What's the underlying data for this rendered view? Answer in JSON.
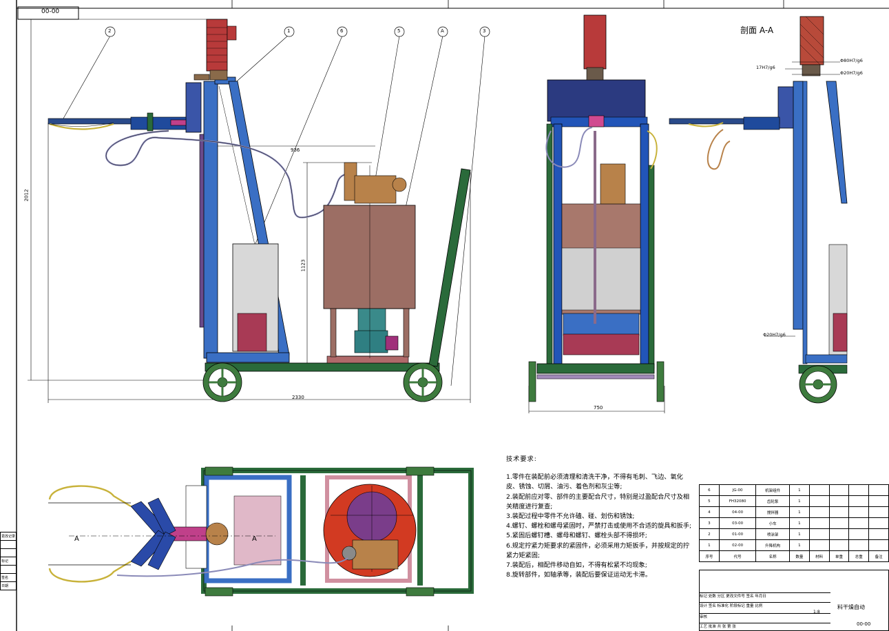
{
  "drawing_code_topleft": "00-00",
  "section_title": "剖面 A-A",
  "balloons": [
    "2",
    "1",
    "6",
    "5",
    "A",
    "3"
  ],
  "dimensions": {
    "height_total": "2012",
    "tank_width": "936",
    "tank_height": "1123",
    "length_total": "2330",
    "width_front": "750"
  },
  "fits": [
    "Φ80H7/g6",
    "Φ20H7/g6",
    "17H7/g6",
    "Φ20H7/g6"
  ],
  "section_marks": [
    "A",
    "A"
  ],
  "tech": {
    "title": "技术要求:",
    "items": [
      "1.零件在装配前必须清理和清洗干净，不得有毛刺、飞边、氧化皮、锈蚀、切屑、油污、着色剂和灰尘等;",
      "2.装配前应对零、部件的主要配合尺寸，特别是过盈配合尺寸及相关精度进行复查;",
      "3.装配过程中零件不允许磕、碰、划伤和锈蚀;",
      "4.螺钉、螺栓和螺母紧固时，严禁打击或使用不合适的旋具和扳手;",
      "5.紧固后螺钉槽、螺母和螺钉、螺栓头部不得损坏;",
      "6.规定拧紧力矩要求的紧固件，必须采用力矩扳手，并按规定的拧紧力矩紧固;",
      "7.装配后，相配件移动自如，不得有松紧不均现象;",
      "8.旋转部件，如轴承等，装配后要保证运动无卡滞。"
    ]
  },
  "bom": {
    "rows": [
      {
        "no": "6",
        "code": "JG-00",
        "name": "机架组件",
        "qty": "1"
      },
      {
        "no": "5",
        "code": "FH32080",
        "name": "齿轮泵",
        "qty": "1"
      },
      {
        "no": "4",
        "code": "04-00",
        "name": "搅拌器",
        "qty": "1"
      },
      {
        "no": "3",
        "code": "03-00",
        "name": "小车",
        "qty": "1"
      },
      {
        "no": "2",
        "code": "01-00",
        "name": "喷涂架",
        "qty": "1"
      },
      {
        "no": "1",
        "code": "02-00",
        "name": "升降机构",
        "qty": "1"
      }
    ],
    "header": [
      "序号",
      "代号",
      "名称",
      "数量",
      "材料",
      "单重",
      "总重",
      "备注"
    ]
  },
  "title_block": {
    "drawing_name": "料干燥自动",
    "drawing_code": "00-00",
    "rows": [
      "标记  处数  分区  更改文件号  签名  年月日",
      "设计  签名  标准化  阶段标记  重量  比例",
      "审核",
      "工艺  批准  共 张  第 张"
    ],
    "scale": "1:8"
  },
  "left_strip": [
    "更改记录",
    "",
    "",
    "标记",
    "",
    "签名",
    "日期"
  ],
  "colors": {
    "frame_blue": "#3a6fc4",
    "frame_green": "#2a6a3a",
    "motor_red": "#b83a3a",
    "pump_brass": "#b8824a",
    "tank_brown": "#9c6e64",
    "disc_red": "#d23a22",
    "disc_purple": "#7a3d8a",
    "wheel_green": "#3e7b3e"
  }
}
